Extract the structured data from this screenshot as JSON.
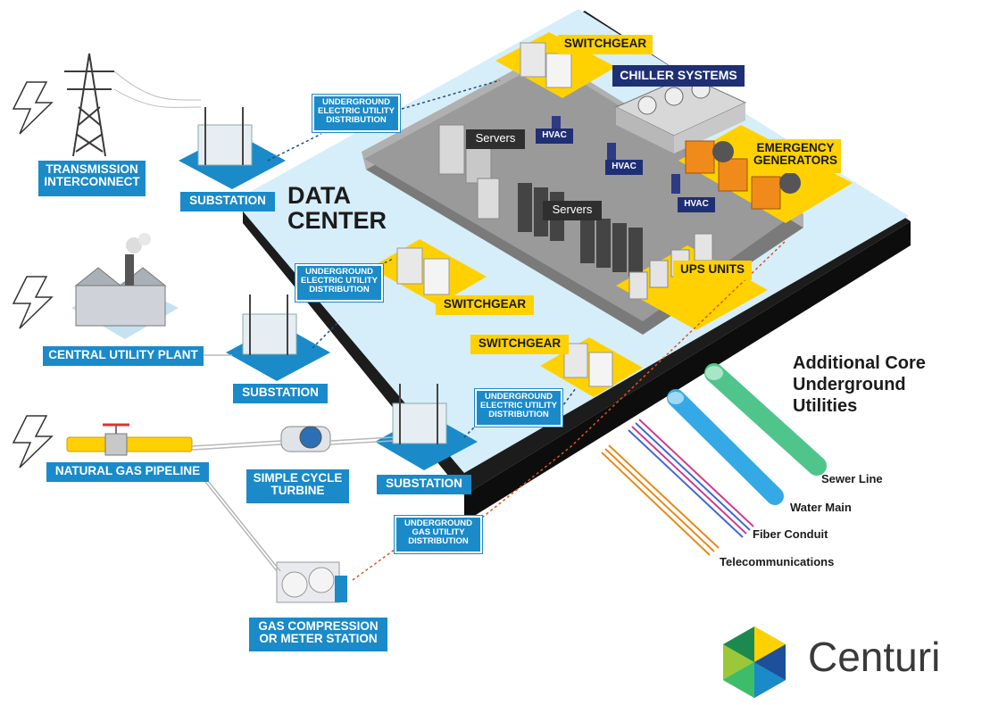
{
  "power_sources": [
    {
      "label": "TRANSMISSION\nINTERCONNECT"
    },
    {
      "label": "CENTRAL UTILITY PLANT"
    },
    {
      "label": "NATURAL GAS PIPELINE"
    }
  ],
  "substations": [
    "SUBSTATION",
    "SUBSTATION",
    "SUBSTATION"
  ],
  "turbine": "SIMPLE CYCLE\nTURBINE",
  "gas_station": "GAS COMPRESSION\nOR METER STATION",
  "distribution": {
    "electric_1": "UNDERGROUND\nELECTRIC UTILITY\nDISTRIBUTION",
    "electric_2": "UNDERGROUND\nELECTRIC UTILITY\nDISTRIBUTION",
    "electric_3": "UNDERGROUND\nELECTRIC UTILITY\nDISTRIBUTION",
    "gas": "UNDERGROUND\nGAS UTILITY\nDISTRIBUTION"
  },
  "data_center": {
    "title": "DATA\nCENTER",
    "switchgear": [
      "SWITCHGEAR",
      "SWITCHGEAR",
      "SWITCHGEAR"
    ],
    "chiller": "CHILLER SYSTEMS",
    "generators": "EMERGENCY\nGENERATORS",
    "ups": "UPS UNITS",
    "servers": [
      "Servers",
      "Servers"
    ],
    "hvac": [
      "HVAC",
      "HVAC",
      "HVAC"
    ]
  },
  "underground": {
    "title": "Additional Core\nUnderground\nUtilities",
    "lines": [
      "Sewer Line",
      "Water Main",
      "Fiber Conduit",
      "Telecommunications"
    ]
  },
  "brand": {
    "name": "Centuri"
  },
  "colors": {
    "label_blue": "#1a8ac9",
    "label_yellow": "#ffd100",
    "label_navy": "#1f2f75",
    "platform": "#d6eef9",
    "building": "#9a9a9a",
    "sewer": "#4fc58c",
    "water": "#35a9e6"
  },
  "icons": [
    "lightning-bolt-icon",
    "transmission-tower-icon",
    "substation-icon",
    "factory-icon",
    "gas-pipeline-icon",
    "turbine-icon",
    "gas-compressor-icon",
    "server-rack-icon",
    "chiller-icon",
    "generator-icon",
    "ups-icon",
    "switchgear-icon",
    "centuri-logo"
  ]
}
